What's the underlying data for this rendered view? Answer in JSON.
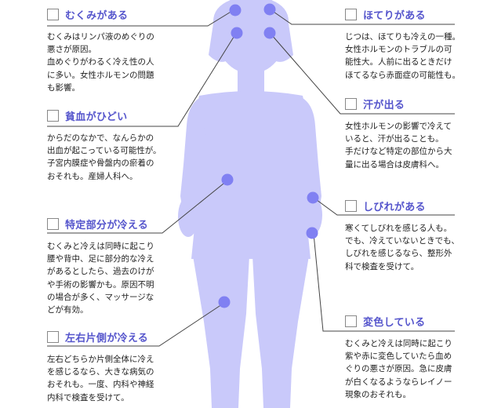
{
  "colors": {
    "silhouette": "#c9c9fa",
    "dot": "#8080f2",
    "title": "#5555cc",
    "text": "#222222",
    "line": "#444444"
  },
  "items": {
    "mukumi": {
      "title": "むくみがある",
      "lines": [
        "むくみはリンパ液のめぐりの",
        "悪さが原因。",
        "血めぐりがわるく冷え性の人",
        "に多い。女性ホルモンの問題",
        "も影響。"
      ]
    },
    "hinketsu": {
      "title": "貧血がひどい",
      "lines": [
        "からだのなかで、なんらかの",
        "出血が起こっている可能性が。",
        "子宮内膜症や骨盤内の瘀着の",
        "おそれも。産婦人科へ。"
      ]
    },
    "tokutei": {
      "title": "特定部分が冷える",
      "lines": [
        "むくみと冷えは同時に起こり",
        "腰や背中、足に部分的な冷え",
        "があるとしたら、過去のけが",
        "や手術の影響かも。原因不明",
        "の場合が多く、マッサージな",
        "どが有効。"
      ]
    },
    "sayu": {
      "title": "左右片側が冷える",
      "lines": [
        "左右どちらか片側全体に冷え",
        "を感じるなら、大きな病気の",
        "おそれも。一度、内科や神経",
        "内科で検査を受けて。"
      ]
    },
    "hoteri": {
      "title": "ほてりがある",
      "lines": [
        "じつは、ほてりも冷えの一種。",
        "女性ホルモンのトラブルの可",
        "能性大。人前に出るときだけ",
        "ほてるなら赤面症の可能性も。"
      ]
    },
    "ase": {
      "title": "汗が出る",
      "lines": [
        "女性ホルモンの影響で冷えて",
        "いると、汗が出ることも。",
        "手だけなど特定の部位から大",
        "量に出る場合は皮膚科へ。"
      ]
    },
    "shibire": {
      "title": "しびれがある",
      "lines": [
        "寒くてしびれを感じる人も。",
        "でも、冷えていないときでも、",
        "しびれを感じるなら、整形外",
        "科で検査を受けて。"
      ]
    },
    "henshoku": {
      "title": "変色している",
      "lines": [
        "むくみと冷えは同時に起こり",
        "紫や赤に変色していたら血め",
        "ぐりの悪さが原因。急に皮膚",
        "が白くなるようならレイノー",
        "現象のおそれも。"
      ]
    }
  }
}
